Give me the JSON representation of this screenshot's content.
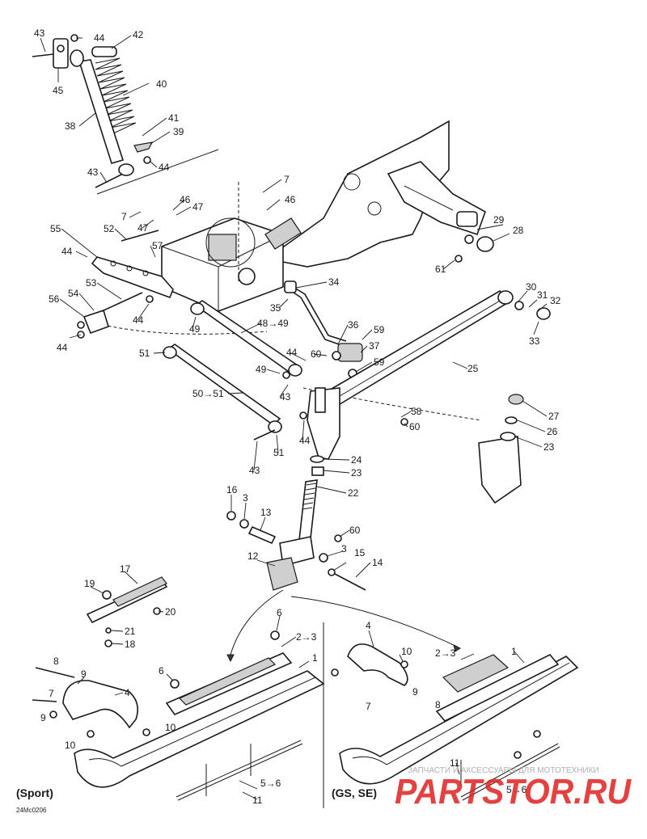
{
  "callouts": [
    "43",
    "44",
    "42",
    "45",
    "40",
    "38",
    "41",
    "39",
    "44",
    "43",
    "7",
    "46",
    "7",
    "46",
    "47",
    "52",
    "47",
    "55",
    "57",
    "44",
    "34",
    "53",
    "54",
    "56",
    "35",
    "44",
    "49",
    "48→49",
    "44",
    "36",
    "59",
    "37",
    "60",
    "44",
    "51",
    "49",
    "59",
    "50→51",
    "43",
    "44",
    "25",
    "58",
    "60",
    "27",
    "26",
    "23",
    "51",
    "43",
    "24",
    "23",
    "22",
    "16",
    "3",
    "13",
    "60",
    "12",
    "3",
    "15",
    "14",
    "17",
    "19",
    "20",
    "21",
    "18",
    "6",
    "4",
    "10",
    "2→3",
    "8",
    "9",
    "1",
    "6",
    "7",
    "9",
    "10",
    "10",
    "4",
    "2→3",
    "9",
    "8",
    "7",
    "5→6",
    "11",
    "1",
    "11",
    "5→6",
    "29",
    "28",
    "61",
    "30",
    "31",
    "32",
    "33"
  ],
  "variant_labels": {
    "sport": "(Sport)",
    "gs_se": "(GS, SE)"
  },
  "drawing_code": "24Mc0206",
  "watermark": {
    "subtitle": "ЗАПЧАСТИ И АКСЕССУАРЫ ДЛЯ МОТОТЕХНИКИ",
    "brand": "PARTSTOR.RU"
  }
}
